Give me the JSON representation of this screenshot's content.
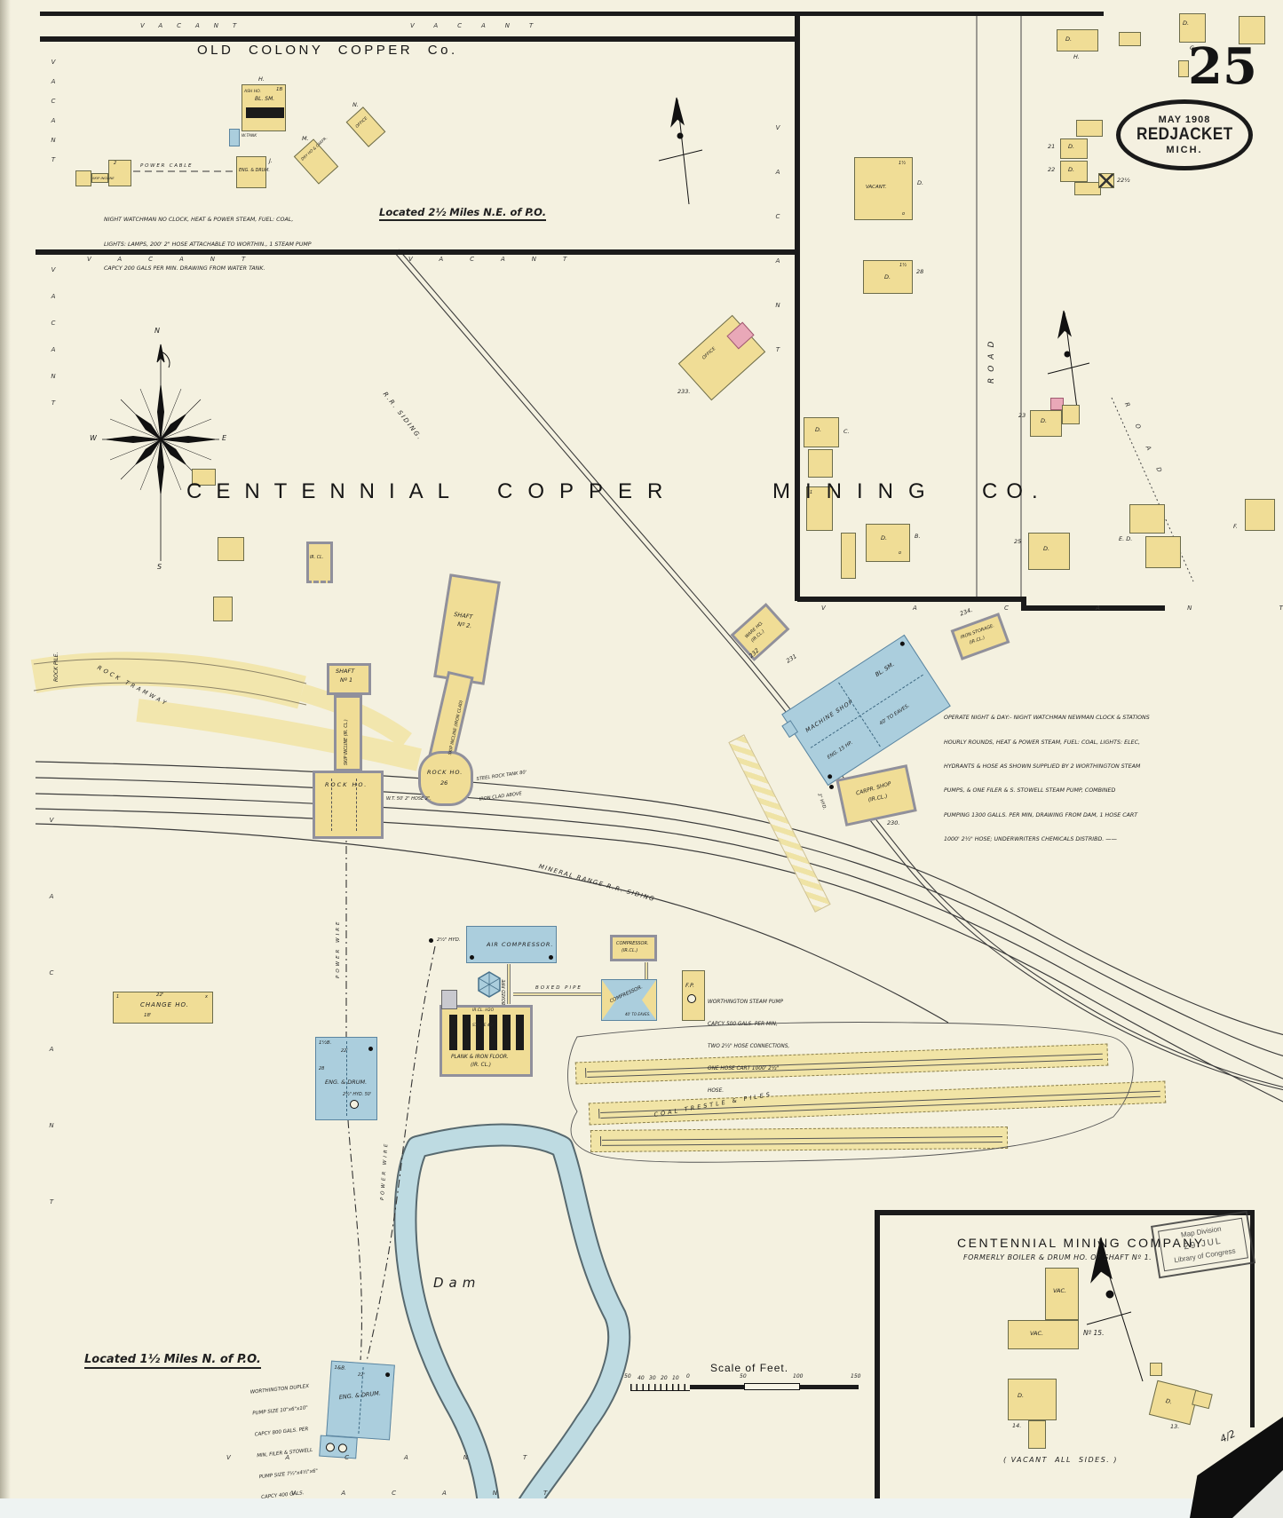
{
  "marks": {
    "one": "1",
    "x": "x",
    "o": "o",
    "oneh": "1½",
    "two": "2",
    "oneb": "1B"
  },
  "sheet": {
    "number": "25",
    "oval": {
      "date": "MAY 1908",
      "city": "REDJACKET",
      "state": "MICH."
    },
    "library_stamp": {
      "l1": "Map Division",
      "l2": "29 JUL",
      "l3": "Library of Congress"
    },
    "hand_mark": "4/2",
    "scale": {
      "title": "Scale of Feet.",
      "t50": "50",
      "t40": "40",
      "t30": "30",
      "t20": "20",
      "t10": "10",
      "t0": "0",
      "r50": "50",
      "r100": "100",
      "r150": "150"
    }
  },
  "compass": {
    "n": "N",
    "s": "S",
    "e": "E",
    "w": "W"
  },
  "boundary": {
    "vacant": "VACANT",
    "road_diag": "ROAD"
  },
  "old_colony": {
    "title": "OLD COLONY COPPER Co.",
    "located": "Located 2½ Miles N.E. of P.O.",
    "note": [
      "NIGHT WATCHMAN NO CLOCK, HEAT & POWER STEAM, FUEL: COAL,",
      "LIGHTS: LAMPS, 200' 2\" HOSE ATTACHABLE TO WORTHIN., 1 STEAM PUMP",
      "CAPCY 200 GALS PER MIN. DRAWING FROM WATER TANK."
    ],
    "h": "H.",
    "ash_ho": "ASH HO.",
    "bl_sm": "BL. SM.",
    "w_tank": "W.TANK",
    "eng_drum": "ENG. & DRUM.",
    "j": "J.",
    "skip_incline": "SKIP INCLINE",
    "power_cable": "P O W E R   C A B L E",
    "m": "M.",
    "dry_ho": "DRY HO & CARPR.",
    "n": "N.",
    "office": "OFFICE"
  },
  "village": {
    "road": "ROAD",
    "vacant_row": "V A C A N T.",
    "h": "H.",
    "g": "G.",
    "d": "D.",
    "b": "B.",
    "c": "C.",
    "e_d": "E. D.",
    "f": "F.",
    "vacant_bldg": "VACANT.",
    "office": "OFFICE",
    "n21": "21",
    "n22": "22",
    "n22h": "22½",
    "n23": "23",
    "n25": "25",
    "n28": "28",
    "n233": "233."
  },
  "centennial": {
    "w1": "CENTENNIAL",
    "w2": "COPPER",
    "w3": "MINING",
    "w4": "CO.",
    "shaft": "SHAFT",
    "no1": "Nº 1",
    "no2": "Nº 2.",
    "skip1": "SKIP INCLINE (IR. CL.)",
    "skip2": "SKIP INCLINE (IRON CLAD)",
    "rock_ho": "ROCK HO.",
    "n26": "26",
    "steel_note": [
      "STEEL ROCK TANK 80'",
      "IRON CLAD ABOVE"
    ],
    "wt_note": "W.T. 50' 2\" HOSE 2\".",
    "rock_tramway": "ROCK TRAMWAY",
    "rock_pile": "ROCK PILE.",
    "rr_siding": "R.R. SIDING.",
    "mineral_range": "MINERAL RANGE R.R. SIDING",
    "power_wire": "POWER WIRE",
    "ir_cl": "IR. CL.",
    "machine_shop": "MACHINE SHOP",
    "bl_sm": "BL. SM.",
    "eng15": "ENG. 15 HP.",
    "eaves": "40' TO EAVES.",
    "n231": "231",
    "ware_ho": "WARE HO.",
    "ircl_paren": "(IR.CL.)",
    "n232": "232",
    "iron_storage": "IRON STORAGE.",
    "n234": "234.",
    "carp_shop": "CARPR. SHOP",
    "n230": "230.",
    "hyd2": "2\" HYD.",
    "operate_note": [
      "OPERATE NIGHT & DAY:- NIGHT WATCHMAN NEWMAN CLOCK & STATIONS",
      "HOURLY ROUNDS, HEAT & POWER STEAM, FUEL: COAL, LIGHTS: ELEC,",
      "HYDRANTS & HOSE AS SHOWN SUPPLIED BY 2 WORTHINGTON STEAM",
      "PUMPS, & ONE FILER & S. STOWELL STEAM PUMP, COMBINED",
      "PUMPING 1300 GALLS. PER MIN, DRAWING FROM DAM, 1 HOSE CART",
      "1000' 2½\" HOSE; UNDERWRITERS CHEMICALS DISTRIBD. ——"
    ],
    "air_compressor": "AIR COMPRESSOR.",
    "compressor": "COMPRESSOR.",
    "boxed_pipe": "BOXED PIPE",
    "h2o": [
      "IR.CL. H2O",
      "STOGE 40'"
    ],
    "plank": [
      "PLANK & IRON FLOOR.",
      "(IR. CL.)"
    ],
    "fp": "F.P.",
    "fp_note": [
      "WORTHINGTON STEAM PUMP",
      "CAPCY 500 GALS. PER MIN,",
      "TWO 2½\" HOSE CONNECTIONS,",
      "ONE HOSE CART 1000' 2½\"",
      "HOSE."
    ],
    "hyd25": "2½\" HYD.",
    "hyd25_50": "2½\" HYD. 50'",
    "change_ho": "CHANGE HO.",
    "c22": "22'",
    "c18": "18'",
    "eng_drum": "ENG. & DRUM.",
    "b15": "1½B.",
    "b1": "1&B.",
    "n28m": "28",
    "coal_trestle": "COAL TRESTLE & PILES",
    "dam": "Dam",
    "located": "Located 1½ Miles N. of P.O.",
    "duplex_note": [
      "WORTHINGTON DUPLEX",
      "PUMP SIZE 10\"x6\"x10\"",
      "CAPCY 800 GALS. PER",
      "MIN, FILER & STOWELL",
      "PUMP SIZE 7½\"x4½\"x6\"",
      "CAPCY 400 GALS."
    ],
    "office": "OFFICE",
    "n233": "233."
  },
  "inset": {
    "title": "CENTENNIAL MINING COMPANY",
    "subtitle": "FORMERLY BOILER & DRUM HO. OF SHAFT Nº 1.",
    "vac": "VAC.",
    "n15": "Nº 15.",
    "d": "D.",
    "n14": "14.",
    "n13": "13.",
    "vacant_all": "( VACANT  ALL  SIDES. )"
  }
}
